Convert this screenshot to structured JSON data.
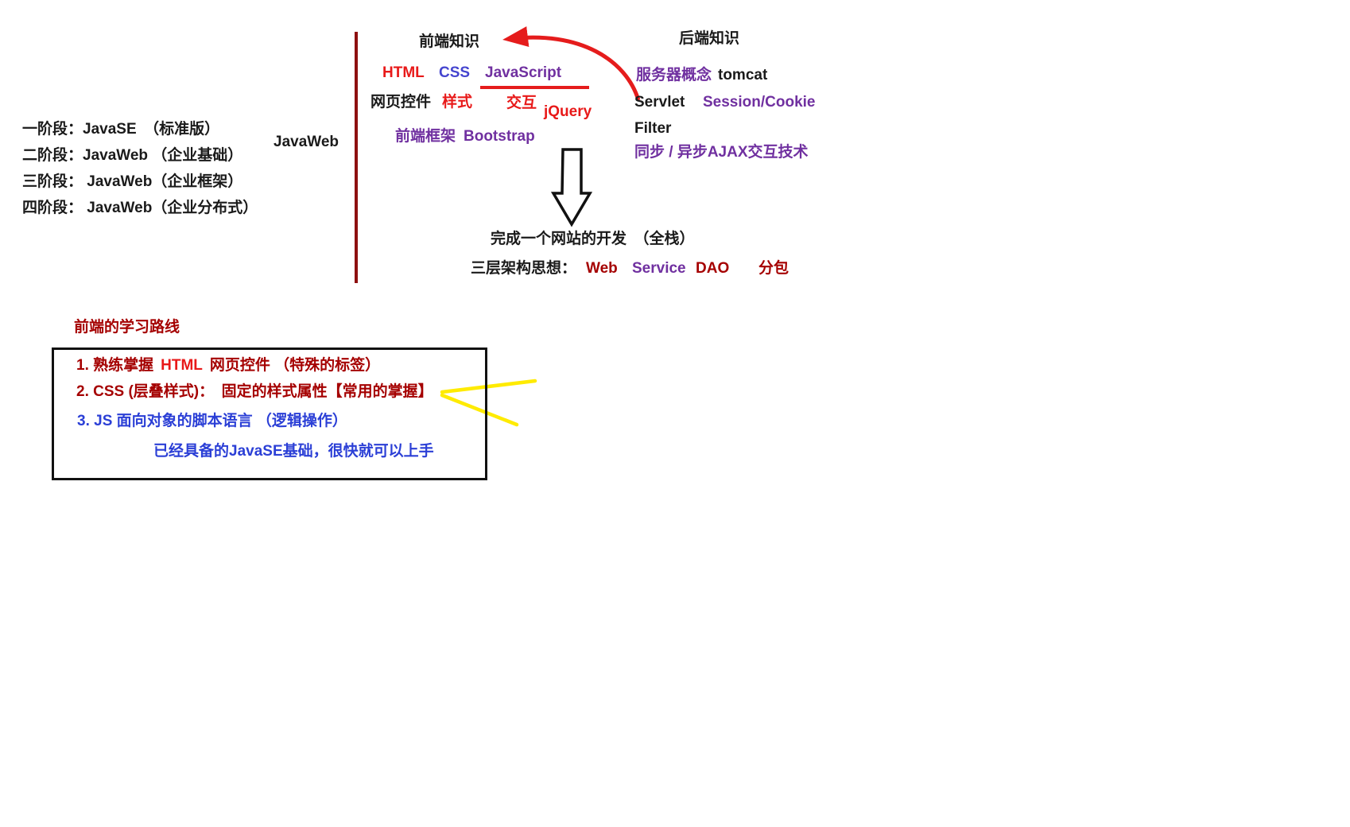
{
  "stages": {
    "items": [
      "一阶段：JavaSE　（标准版）",
      "二阶段：JavaWeb （企业基础）",
      "三阶段： JavaWeb（企业框架）",
      "四阶段： JavaWeb（企业分布式）"
    ],
    "label": "JavaWeb"
  },
  "frontend": {
    "title": "前端知识",
    "html": "HTML",
    "css": "CSS",
    "javascript": "JavaScript",
    "controls": "网页控件",
    "style": "样式",
    "interaction": "交互",
    "jquery": "jQuery",
    "framework": "前端框架",
    "bootstrap": "Bootstrap"
  },
  "backend": {
    "title": "后端知识",
    "server_concept": "服务器概念",
    "tomcat": "tomcat",
    "servlet": "Servlet",
    "session_cookie": "Session/Cookie",
    "filter": "Filter",
    "ajax": "同步 / 异步AJAX交互技术"
  },
  "goal": {
    "title": "完成一个网站的开发　（全栈）",
    "arch_label": "三层架构思想：",
    "web": "Web",
    "service": "Service",
    "dao": "DAO",
    "package": "分包"
  },
  "roadmap": {
    "title": "前端的学习路线",
    "item1_prefix": "1. 熟练掌握",
    "item1_html": "HTML",
    "item1_suffix": "网页控件 （特殊的标签）",
    "item2": "2. CSS (层叠样式)：　固定的样式属性【常用的掌握】",
    "item3": "3. JS 面向对象的脚本语言 （逻辑操作）",
    "item4": "已经具备的JavaSE基础，很快就可以上手"
  },
  "colors": {
    "black": "#1a1a1a",
    "dark_red": "#a50000",
    "red": "#e81919",
    "purple": "#7030a0",
    "blue_violet": "#4545cf",
    "blue": "#2b3fd6",
    "yellow": "#ffeb00",
    "maroon_divider": "#8e1010"
  }
}
